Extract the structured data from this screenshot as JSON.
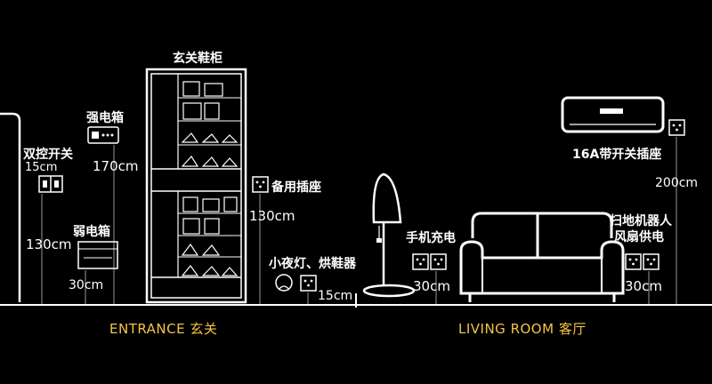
{
  "entrance": {
    "caption": "ENTRANCE 玄关",
    "cabinet_title": "玄关鞋柜",
    "strong_box": "强电箱",
    "strong_box_height": "170cm",
    "dual_switch": "双控开关",
    "dual_switch_offset": "15cm",
    "dual_switch_height": "130cm",
    "weak_box": "弱电箱",
    "weak_box_height": "30cm",
    "spare_socket": "备用插座",
    "spare_socket_height": "130cm",
    "night_light": "小夜灯、烘鞋器",
    "night_light_height": "15cm"
  },
  "living": {
    "caption": "LIVING ROOM 客厅",
    "ac_socket": "16A带开关插座",
    "ac_socket_height": "200cm",
    "phone_charge": "手机充电",
    "phone_charge_height": "30cm",
    "robot_line1": "扫地机器人",
    "robot_line2": "风扇供电",
    "robot_height": "30cm"
  },
  "colors": {
    "line": "#ffffff",
    "caption": "#f4c542",
    "background": "#000000"
  }
}
